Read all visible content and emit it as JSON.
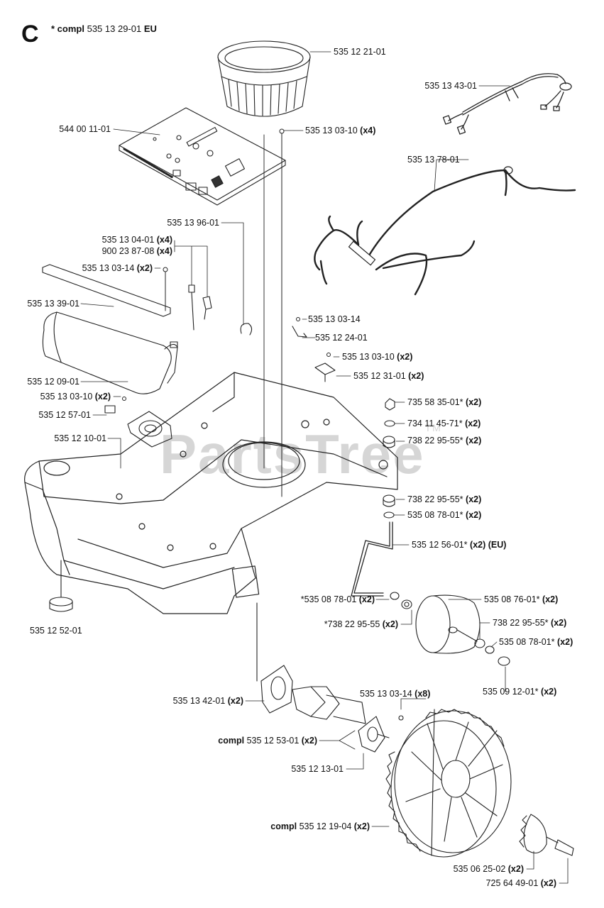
{
  "section": {
    "letter": "C",
    "prefix": "* compl",
    "number": "535 13 29-01",
    "suffix": "EU"
  },
  "watermark": {
    "text": "PartsTree",
    "tm": "TM"
  },
  "parts": [
    {
      "id": "p1",
      "pre": "",
      "num": "535 12 21-01",
      "qty": ""
    },
    {
      "id": "p2",
      "pre": "",
      "num": "544 00 11-01",
      "qty": ""
    },
    {
      "id": "p3",
      "pre": "",
      "num": "535 13 03-10",
      "qty": "(x4)"
    },
    {
      "id": "p4",
      "pre": "",
      "num": "535 13 43-01",
      "qty": ""
    },
    {
      "id": "p5",
      "pre": "",
      "num": "535 13 78-01",
      "qty": ""
    },
    {
      "id": "p6",
      "pre": "",
      "num": "535 13 96-01",
      "qty": ""
    },
    {
      "id": "p7",
      "pre": "",
      "num": "535 13 04-01",
      "qty": "(x4)"
    },
    {
      "id": "p8",
      "pre": "",
      "num": "900 23 87-08",
      "qty": "(x4)"
    },
    {
      "id": "p9",
      "pre": "",
      "num": "535 13 03-14",
      "qty": "(x2)"
    },
    {
      "id": "p10",
      "pre": "",
      "num": "535 13 39-01",
      "qty": ""
    },
    {
      "id": "p11",
      "pre": "",
      "num": "535 13 03-14",
      "qty": ""
    },
    {
      "id": "p12",
      "pre": "",
      "num": "535 12 24-01",
      "qty": ""
    },
    {
      "id": "p13",
      "pre": "",
      "num": "535 13 03-10",
      "qty": "(x2)"
    },
    {
      "id": "p14",
      "pre": "",
      "num": "535 12 31-01",
      "qty": "(x2)"
    },
    {
      "id": "p15",
      "pre": "",
      "num": "535 12 09-01",
      "qty": ""
    },
    {
      "id": "p16",
      "pre": "",
      "num": "535 13 03-10",
      "qty": "(x2)"
    },
    {
      "id": "p17",
      "pre": "",
      "num": "735 58 35-01*",
      "qty": "(x2)"
    },
    {
      "id": "p18",
      "pre": "",
      "num": "535 12 57-01",
      "qty": ""
    },
    {
      "id": "p19",
      "pre": "",
      "num": "734 11 45-71*",
      "qty": "(x2)"
    },
    {
      "id": "p20",
      "pre": "",
      "num": "535 12 10-01",
      "qty": ""
    },
    {
      "id": "p21",
      "pre": "",
      "num": "738 22 95-55*",
      "qty": "(x2)"
    },
    {
      "id": "p22",
      "pre": "",
      "num": "738 22 95-55*",
      "qty": "(x2)"
    },
    {
      "id": "p23",
      "pre": "",
      "num": "535 08 78-01*",
      "qty": "(x2)"
    },
    {
      "id": "p24",
      "pre": "",
      "num": "535 12 56-01*",
      "qty": "(x2)",
      "suf": "(EU)"
    },
    {
      "id": "p25",
      "pre": "",
      "num": "*535 08 78-01",
      "qty": "(x2)"
    },
    {
      "id": "p26",
      "pre": "",
      "num": "535 08 76-01*",
      "qty": "(x2)"
    },
    {
      "id": "p27",
      "pre": "",
      "num": "*738 22 95-55",
      "qty": "(x2)"
    },
    {
      "id": "p28",
      "pre": "",
      "num": "738 22 95-55*",
      "qty": "(x2)"
    },
    {
      "id": "p29",
      "pre": "",
      "num": "535 12 52-01",
      "qty": ""
    },
    {
      "id": "p30",
      "pre": "",
      "num": "535 08 78-01*",
      "qty": "(x2)"
    },
    {
      "id": "p31",
      "pre": "",
      "num": "535 09 12-01*",
      "qty": "(x2)"
    },
    {
      "id": "p32",
      "pre": "",
      "num": "535 13 42-01",
      "qty": "(x2)"
    },
    {
      "id": "p33",
      "pre": "",
      "num": "535 13 03-14",
      "qty": "(x8)"
    },
    {
      "id": "p34",
      "pre": "compl",
      "num": "535 12 53-01",
      "qty": "(x2)"
    },
    {
      "id": "p35",
      "pre": "",
      "num": "535 12 13-01",
      "qty": ""
    },
    {
      "id": "p36",
      "pre": "compl",
      "num": "535 12 19-04",
      "qty": "(x2)"
    },
    {
      "id": "p37",
      "pre": "",
      "num": "535 06 25-02",
      "qty": "(x2)"
    },
    {
      "id": "p38",
      "pre": "",
      "num": "725 64 49-01",
      "qty": "(x2)"
    }
  ]
}
